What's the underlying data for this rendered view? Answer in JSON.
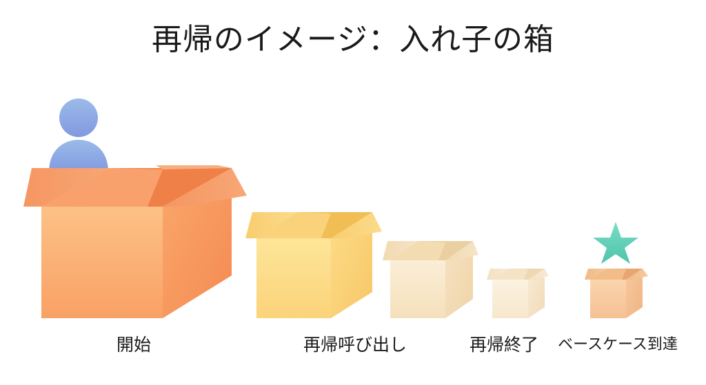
{
  "title": "再帰のイメージ：入れ子の箱",
  "labels": {
    "start": "開始",
    "recursive_call": "再帰呼び出し",
    "recursion_end": "再帰終了",
    "base_case": "ベースケース到達"
  },
  "icons": {
    "person": "person-icon",
    "star": "star-icon",
    "box": "open-box-icon"
  },
  "colors": {
    "box_orange": "#f7a56a",
    "box_yellow": "#fbd97c",
    "box_pale": "#f6e2bf",
    "box_cream": "#f8ead3",
    "box_peach": "#f5c596",
    "person": "#8aa8e6",
    "star": "#5ccfb7"
  }
}
